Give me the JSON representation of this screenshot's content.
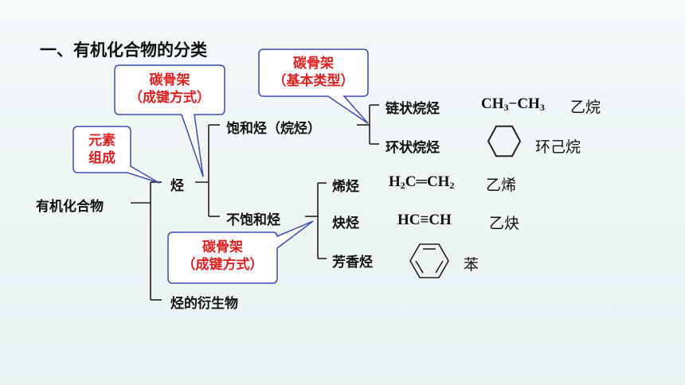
{
  "title": "一、有机化合物的分类",
  "root": "有机化合物",
  "level1": {
    "hydrocarbon": "烃",
    "derivative": "烃的衍生物"
  },
  "level2": {
    "saturated": "饱和烃（烷烃）",
    "unsaturated": "不饱和烃"
  },
  "saturated_types": {
    "chain": {
      "label": "链状烷烃",
      "formula": [
        "CH",
        "3",
        "−CH",
        "3"
      ],
      "name": "乙烷"
    },
    "ring": {
      "label": "环状烷烃",
      "name": "环己烷"
    }
  },
  "unsaturated_types": {
    "alkene": {
      "label": "烯烃",
      "formula": [
        "H",
        "2",
        "C═CH",
        "2"
      ],
      "name": "乙烯"
    },
    "alkyne": {
      "label": "炔烃",
      "formula": "HC≡CH",
      "name": "乙炔"
    },
    "aromatic": {
      "label": "芳香烃",
      "name": "苯"
    }
  },
  "callouts": {
    "element": {
      "line1": "元素",
      "line2": "组成"
    },
    "bond_upper": {
      "line1": "碳骨架",
      "line2": "（成键方式）"
    },
    "basic_type": {
      "line1": "碳骨架",
      "line2": "（基本类型）"
    },
    "bond_lower": {
      "line1": "碳骨架",
      "line2": "（成键方式）"
    }
  },
  "colors": {
    "callout_border": "#3a4fb0",
    "callout_text": "#e02020",
    "callout_fill": "#ffffff"
  }
}
